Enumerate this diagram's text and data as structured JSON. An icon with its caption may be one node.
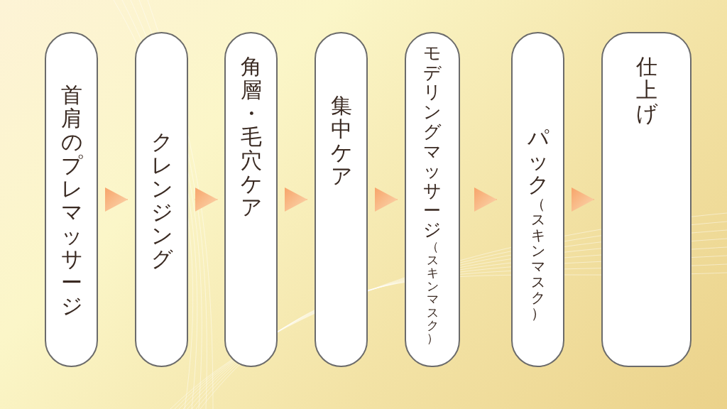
{
  "diagram": {
    "nodes": [
      {
        "text": [
          "首肩のプレマッサージ"
        ]
      },
      {
        "text": [
          "クレンジング"
        ]
      },
      {
        "text": [
          "角層・毛穴ケア"
        ]
      },
      {
        "text": [
          "集中ケア"
        ]
      },
      {
        "text": [
          "モデリングマッサージ",
          "（スキンマスク）"
        ]
      },
      {
        "text": [
          "パック",
          "（スキンマスク）"
        ]
      },
      {
        "text": [
          "仕上げ"
        ]
      }
    ],
    "edges": [
      {
        "from": 0,
        "to": 1,
        "arrow": "to"
      },
      {
        "from": 1,
        "to": 2,
        "arrow": "to"
      },
      {
        "from": 2,
        "to": 3,
        "arrow": "to"
      },
      {
        "from": 3,
        "to": 4,
        "arrow": "to"
      },
      {
        "from": 4,
        "to": 5,
        "arrow": "to"
      },
      {
        "from": 5,
        "to": 6,
        "arrow": "to"
      }
    ]
  }
}
